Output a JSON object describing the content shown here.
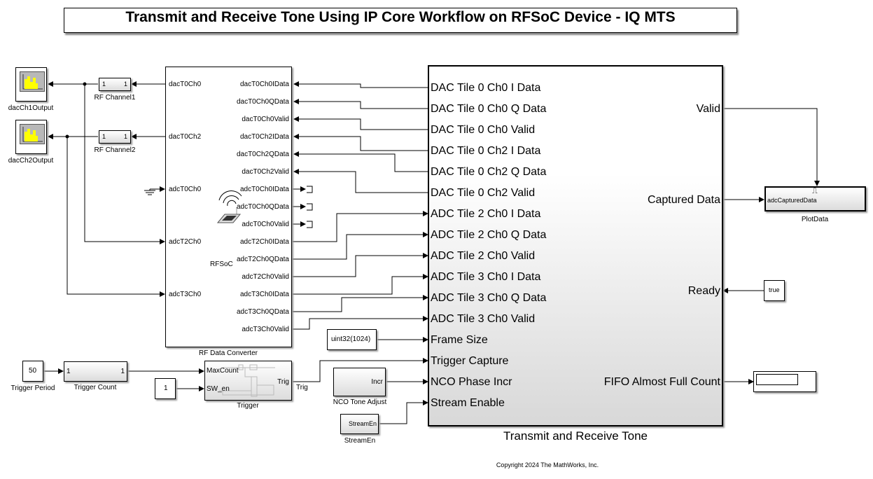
{
  "title": "Transmit and Receive Tone Using IP Core Workflow on RFSoC Device - IQ MTS",
  "copyright": "Copyright 2024 The MathWorks, Inc.",
  "scopes": [
    {
      "name": "dacCh1Output",
      "icon": "spectrum-scope-icon"
    },
    {
      "name": "dacCh2Output",
      "icon": "spectrum-scope-icon"
    }
  ],
  "channels": [
    {
      "name": "RF Channel1",
      "in": "1",
      "out": "1"
    },
    {
      "name": "RF Channel2",
      "in": "1",
      "out": "1"
    }
  ],
  "rfdc": {
    "name": "RF Data Converter",
    "center_label": "RFSoC",
    "left_ports": [
      "dacT0Ch0",
      "dacT0Ch2",
      "adcT0Ch0",
      "adcT2Ch0",
      "adcT3Ch0"
    ],
    "right_ports": [
      "dacT0Ch0IData",
      "dacT0Ch0QData",
      "dacT0Ch0Valid",
      "dacT0Ch2IData",
      "dacT0Ch2QData",
      "dacT0Ch2Valid",
      "adcT0Ch0IData",
      "adcT0Ch0QData",
      "adcT0Ch0Valid",
      "adcT2Ch0IData",
      "adcT2Ch0QData",
      "adcT2Ch0Valid",
      "adcT3Ch0IData",
      "adcT3Ch0QData",
      "adcT3Ch0Valid"
    ]
  },
  "dut": {
    "name": "Transmit and Receive Tone",
    "inputs": [
      "DAC Tile 0 Ch0 I Data",
      "DAC Tile 0 Ch0 Q Data",
      "DAC Tile 0 Ch0 Valid",
      "DAC Tile 0 Ch2 I Data",
      "DAC Tile 0 Ch2 Q Data",
      "DAC Tile 0 Ch2 Valid",
      "ADC Tile 2 Ch0 I Data",
      "ADC Tile 2 Ch0 Q Data",
      "ADC Tile 2 Ch0 Valid",
      "ADC Tile 3 Ch0 I Data",
      "ADC Tile 3 Ch0 Q Data",
      "ADC Tile 3 Ch0 Valid",
      "Frame Size",
      "Trigger Capture",
      "NCO Phase Incr",
      "Stream Enable"
    ],
    "outputs": {
      "valid": "Valid",
      "captured": "Captured Data",
      "ready": "Ready",
      "fifo": "FIFO Almost Full Count"
    }
  },
  "plotdata": {
    "name": "PlotData",
    "port": "adcCapturedData",
    "trigger_icon": "⎍"
  },
  "true_const": {
    "value": "true"
  },
  "trigger_period": {
    "name": "Trigger Period",
    "value": "50"
  },
  "trigger_count": {
    "name": "Trigger Count",
    "in": "1",
    "out": "1"
  },
  "sw_en_const": {
    "value": "1"
  },
  "trigger": {
    "name": "Trigger",
    "in1": "MaxCount",
    "in2": "SW_en",
    "out": "Trig",
    "signal": "Trig"
  },
  "frame_size": {
    "value": "uint32(1024)"
  },
  "nco": {
    "name": "NCO Tone Adjust",
    "port": "Incr"
  },
  "streamen": {
    "name": "StreamEn",
    "port": "StreamEn"
  },
  "display": {
    "value": ""
  }
}
